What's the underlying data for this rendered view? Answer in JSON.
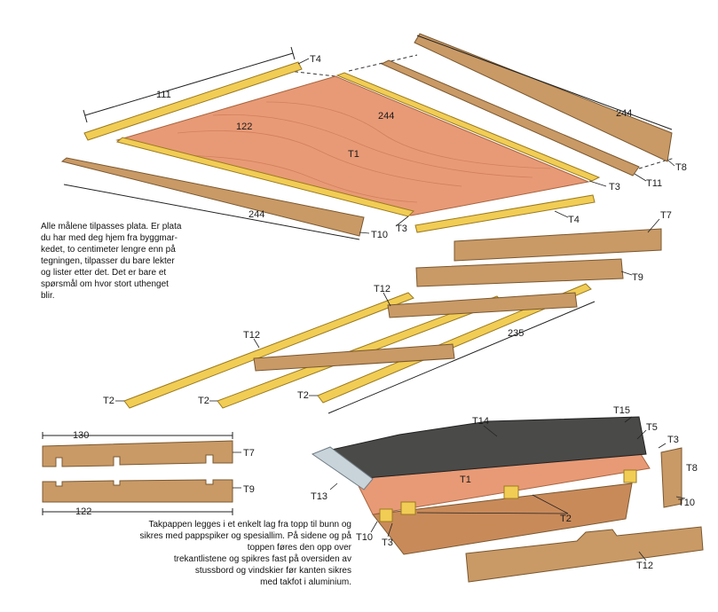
{
  "parts": {
    "t1_upper": "T1",
    "t1_lower": "T1",
    "t2_a": "T2",
    "t2_b": "T2",
    "t2_c": "T2",
    "t2_lower": "T2",
    "t3_upper_right": "T3",
    "t3_upper_bottom": "T3",
    "t3_lower_right": "T3",
    "t3_lower_left": "T3",
    "t4_top": "T4",
    "t4_bottom": "T4",
    "t5": "T5",
    "t7": "T7",
    "t7_profile": "T7",
    "t8_top": "T8",
    "t8_lower": "T8",
    "t9": "T9",
    "t9_profile": "T9",
    "t10_left": "T10",
    "t10_lower_right": "T10",
    "t10_lower_left": "T10",
    "t11": "T11",
    "t12_a": "T12",
    "t12_b": "T12",
    "t12_lower": "T12",
    "t13": "T13",
    "t14": "T14",
    "t15": "T15"
  },
  "dimensions": {
    "d111": "111",
    "d122_plate": "122",
    "d244_plate": "244",
    "d244_right": "244",
    "d244_left": "244",
    "d235": "235",
    "d130": "130",
    "d122_profile": "122"
  },
  "notes": {
    "measures": [
      "Alle målene tilpasses plata. Er plata",
      "du har med deg hjem fra byggmar-",
      "kedet, to centimeter lengre enn på",
      "tegningen, tilpasser du bare lekter",
      "og lister etter det. Det er bare et",
      "spørsmål om hvor stort uthenget",
      "blir."
    ],
    "roofing": [
      "Takpappen legges i et enkelt lag fra topp til bunn og",
      "sikres med pappspiker og spesiallim. På sidene og på",
      "toppen føres den opp over",
      "trekantlistene og spikres fast på oversiden av",
      "stussbord og vindskier før kanten sikres",
      "med takfot i aluminium."
    ]
  },
  "colors": {
    "plywood": "#e89a76",
    "lath": "#f2cd55",
    "board": "#c99a66",
    "roofing_felt": "#4a4a48",
    "aluminium": "#c9d3da"
  }
}
